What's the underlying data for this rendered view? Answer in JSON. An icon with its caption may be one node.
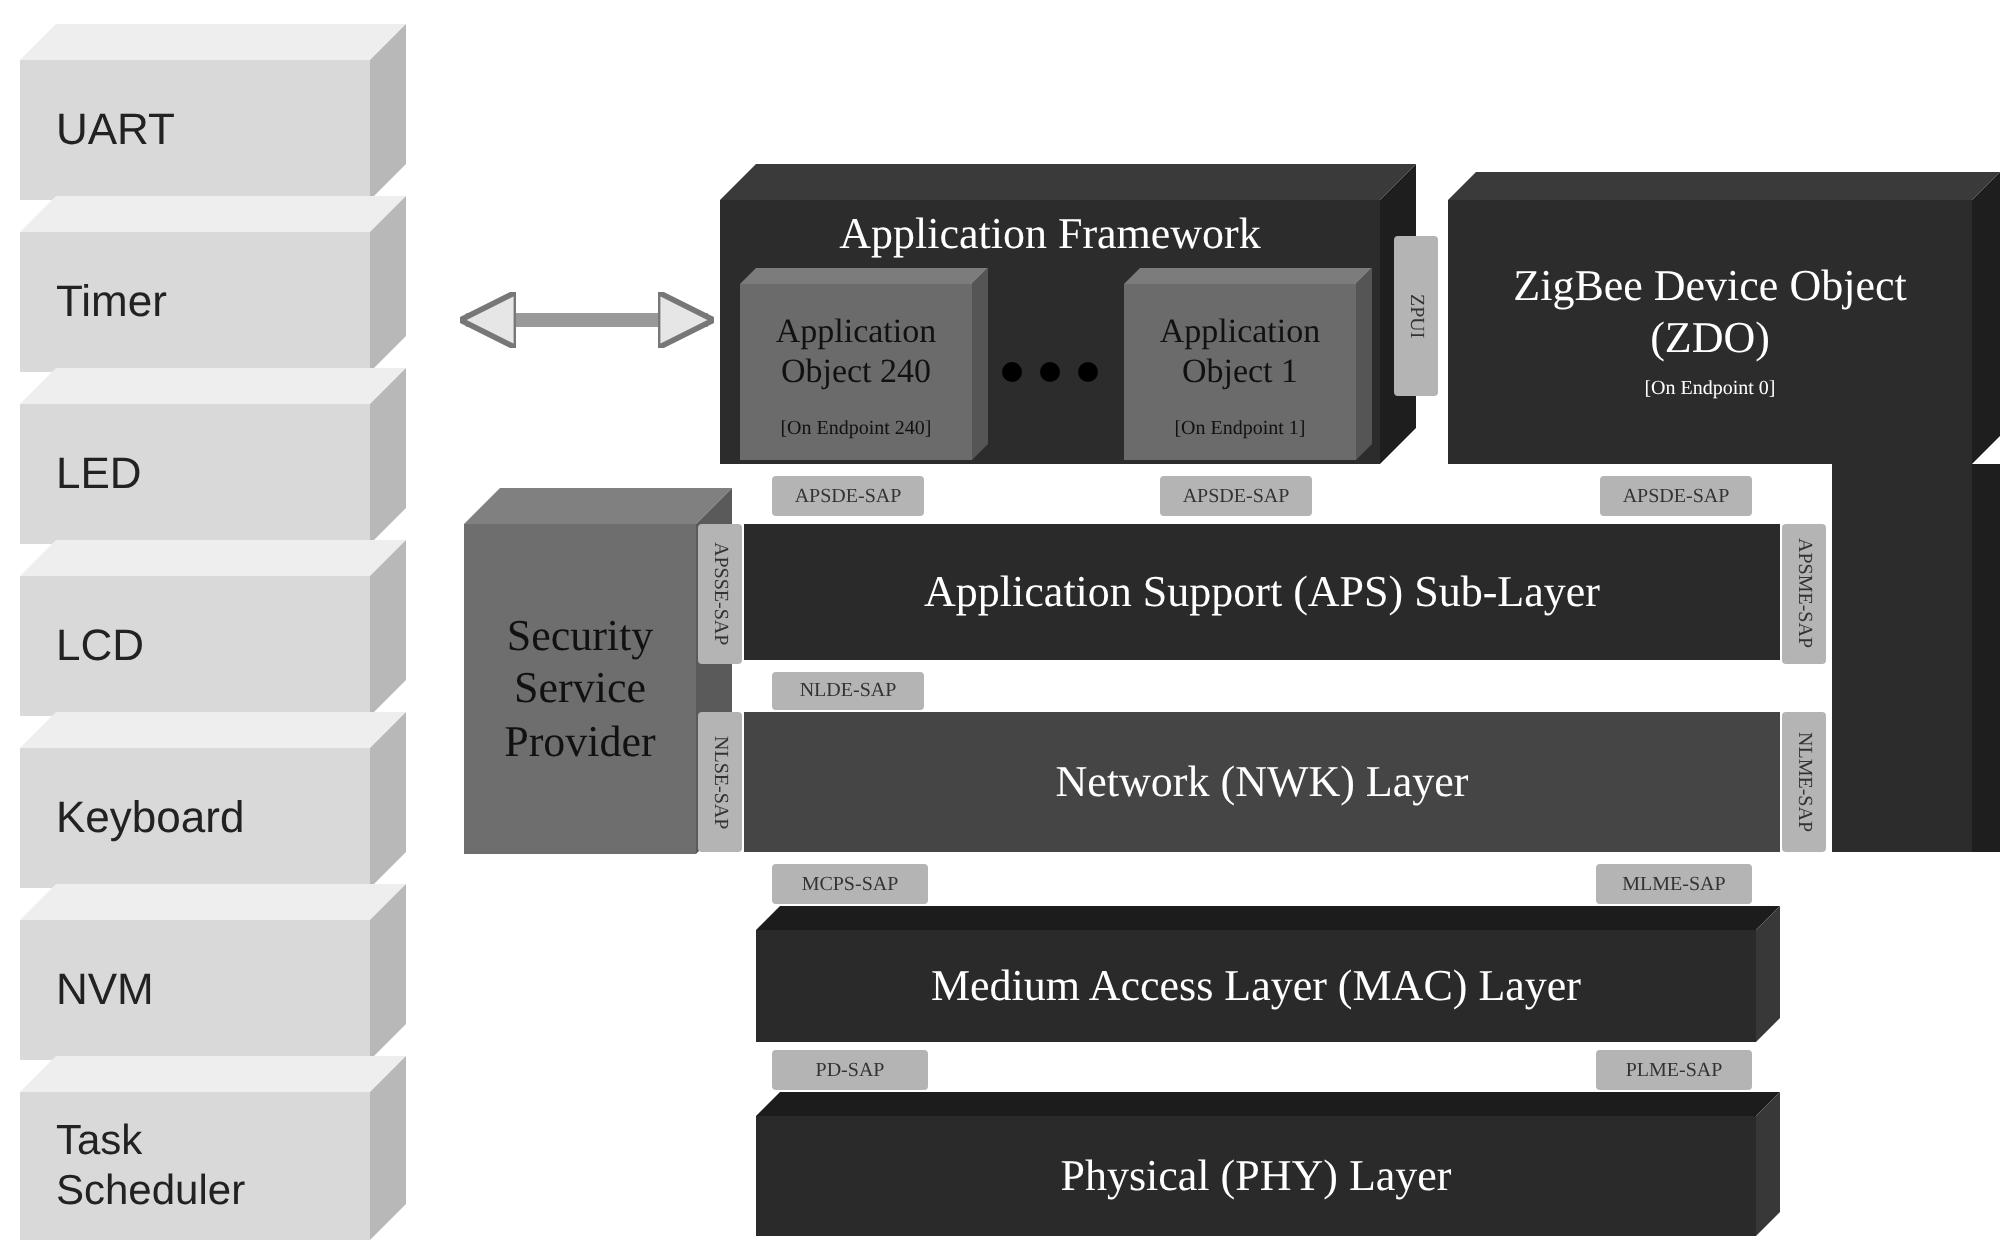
{
  "diagram": {
    "nodes": [
      {
        "text": [
          "UART"
        ]
      },
      {
        "text": [
          "Timer"
        ]
      },
      {
        "text": [
          "LED"
        ]
      },
      {
        "text": [
          "LCD"
        ]
      },
      {
        "text": [
          "Keyboard"
        ]
      },
      {
        "text": [
          "NVM"
        ]
      },
      {
        "text": [
          "Task Scheduler"
        ]
      },
      {
        "text": [
          "Application Framework"
        ]
      },
      {
        "text": [
          "Application Object 240",
          "[On Endpoint 240]"
        ],
        "in": 7
      },
      {
        "text": [
          "Application Object 1",
          "[On Endpoint 1]"
        ],
        "in": 7
      },
      {
        "text": [
          "ZPUI"
        ]
      },
      {
        "text": [
          "ZigBee Device Object (ZDO)",
          "[On Endpoint 0]"
        ]
      },
      {
        "text": [
          "APSDE-SAP"
        ]
      },
      {
        "text": [
          "APSDE-SAP"
        ]
      },
      {
        "text": [
          "APSDE-SAP"
        ]
      },
      {
        "text": [
          "Security Service Provider"
        ]
      },
      {
        "text": [
          "APSSE-SAP"
        ]
      },
      {
        "text": [
          "Application Support (APS) Sub-Layer"
        ]
      },
      {
        "text": [
          "APSME-SAP"
        ]
      },
      {
        "text": [
          "NLDE-SAP"
        ]
      },
      {
        "text": [
          "NLSE-SAP"
        ]
      },
      {
        "text": [
          "Network (NWK) Layer"
        ]
      },
      {
        "text": [
          "NLME-SAP"
        ]
      },
      {
        "text": [
          "MCPS-SAP"
        ]
      },
      {
        "text": [
          "MLME-SAP"
        ]
      },
      {
        "text": [
          "Medium Access Layer (MAC) Layer"
        ]
      },
      {
        "text": [
          "PD-SAP"
        ]
      },
      {
        "text": [
          "PLME-SAP"
        ]
      },
      {
        "text": [
          "Physical (PHY) Layer"
        ]
      },
      {
        "text": [],
        "shape": "box"
      }
    ],
    "edges": [
      {
        "from": 1,
        "to": 7,
        "arrow": "both"
      }
    ]
  }
}
